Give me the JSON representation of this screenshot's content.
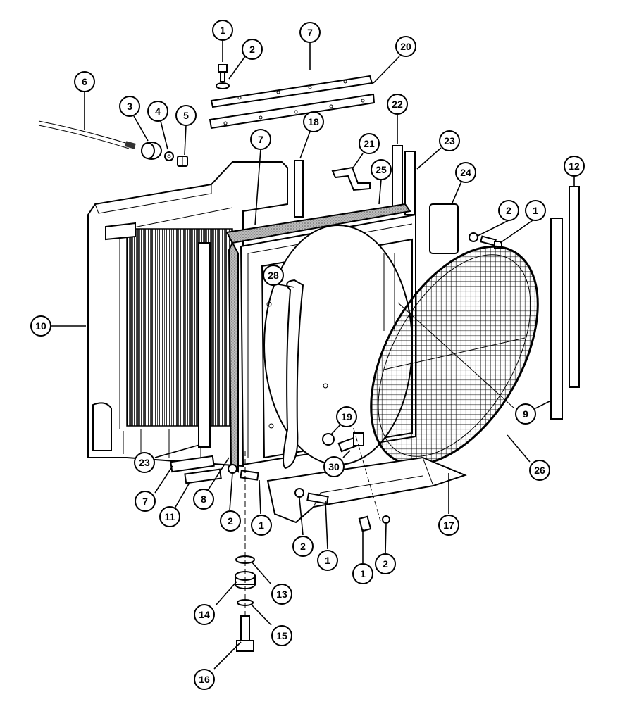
{
  "colors": {
    "line": "#000000",
    "paper": "#ffffff",
    "gasket": "#9a9a9a"
  },
  "callouts": [
    {
      "label": "1"
    },
    {
      "label": "2"
    },
    {
      "label": "7"
    },
    {
      "label": "20"
    },
    {
      "label": "6"
    },
    {
      "label": "3"
    },
    {
      "label": "4"
    },
    {
      "label": "5"
    },
    {
      "label": "18"
    },
    {
      "label": "7"
    },
    {
      "label": "22"
    },
    {
      "label": "21"
    },
    {
      "label": "23"
    },
    {
      "label": "25"
    },
    {
      "label": "24"
    },
    {
      "label": "2"
    },
    {
      "label": "1"
    },
    {
      "label": "12"
    },
    {
      "label": "10"
    },
    {
      "label": "28"
    },
    {
      "label": "19"
    },
    {
      "label": "30"
    },
    {
      "label": "9"
    },
    {
      "label": "26"
    },
    {
      "label": "23"
    },
    {
      "label": "7"
    },
    {
      "label": "8"
    },
    {
      "label": "11"
    },
    {
      "label": "2"
    },
    {
      "label": "1"
    },
    {
      "label": "2"
    },
    {
      "label": "1"
    },
    {
      "label": "1"
    },
    {
      "label": "2"
    },
    {
      "label": "17"
    },
    {
      "label": "13"
    },
    {
      "label": "14"
    },
    {
      "label": "15"
    },
    {
      "label": "16"
    }
  ]
}
